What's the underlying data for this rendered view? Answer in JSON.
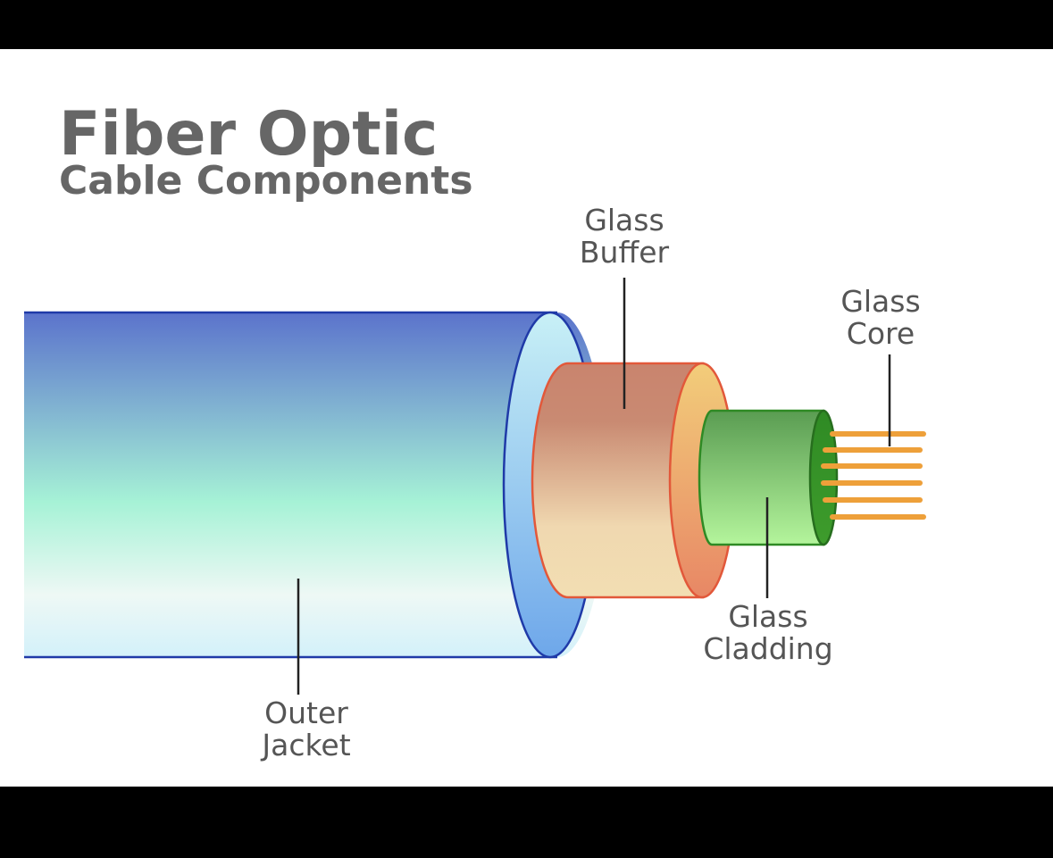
{
  "title": "Fiber Optic",
  "subtitle": "Cable Components",
  "labels": {
    "glass_buffer": {
      "line1": "Glass",
      "line2": "Buffer"
    },
    "glass_core": {
      "line1": "Glass",
      "line2": "Core"
    },
    "glass_cladding": {
      "line1": "Glass",
      "line2": "Cladding"
    },
    "outer_jacket": {
      "line1": "Outer",
      "line2": "Jacket"
    }
  },
  "colors": {
    "jacket_top": "#5b73cc",
    "jacket_mid": "#a6f2d6",
    "jacket_bottom": "#d9f4fb",
    "jacket_outline": "#1f3aa8",
    "jacket_end": "#7fb2ee",
    "buffer_top": "#c9846e",
    "buffer_bottom": "#f0dcb0",
    "buffer_outline": "#e2583a",
    "cladding_top": "#5a9c52",
    "cladding_bottom": "#b4f59c",
    "cladding_outline": "#2f8a24",
    "core_strands": "#eea03a",
    "text": "#666666"
  }
}
